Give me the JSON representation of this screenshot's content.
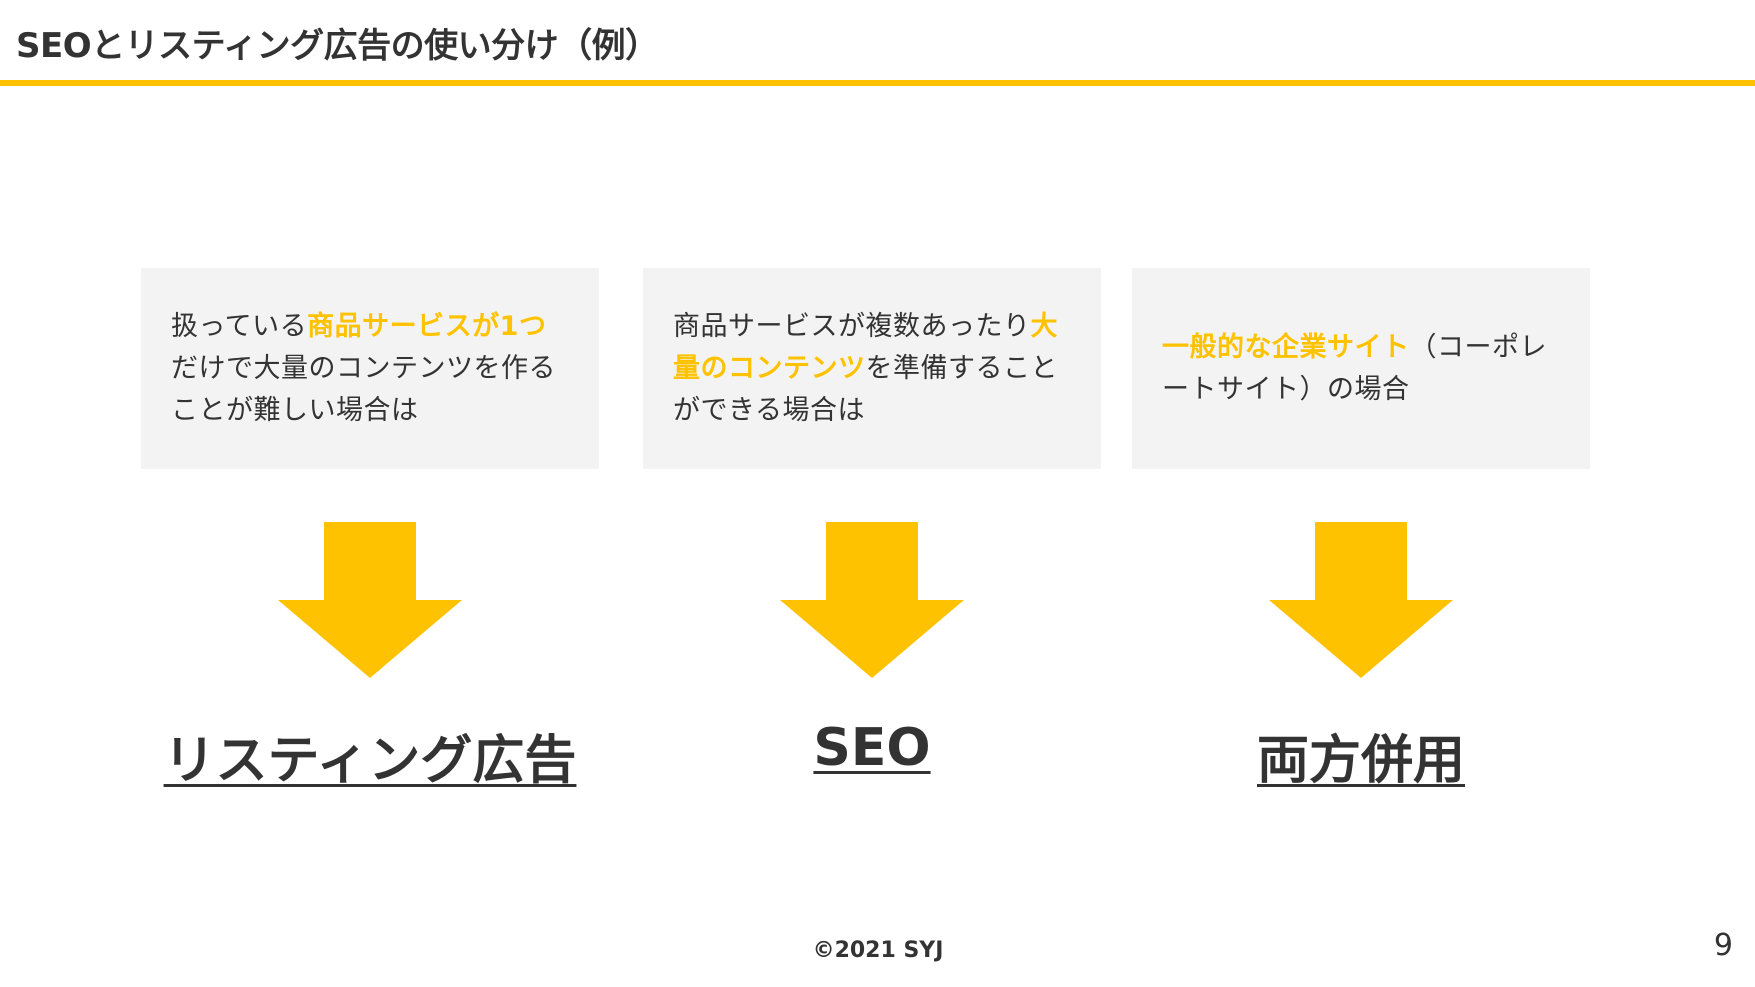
{
  "slide": {
    "title": "SEOとリスティング広告の使い分け（例）",
    "copyright": "©2021 SYJ",
    "page_number": "9"
  },
  "colors": {
    "accent": "#FEC200",
    "box_background": "#f3f3f3",
    "text": "#333333"
  },
  "cases": [
    {
      "segments": [
        {
          "text": "扱っている",
          "highlight": false
        },
        {
          "text": "商品サービスが1つ",
          "highlight": true
        },
        {
          "text": "だけで大量のコンテンツを作ることが難しい場合は",
          "highlight": false
        }
      ],
      "result": "リスティング広告",
      "arrow_icon": "down-arrow-icon"
    },
    {
      "segments": [
        {
          "text": "商品サービスが複数あったり",
          "highlight": false
        },
        {
          "text": "大量のコンテンツ",
          "highlight": true
        },
        {
          "text": "を準備することができる場合は",
          "highlight": false
        }
      ],
      "result": "SEO",
      "arrow_icon": "down-arrow-icon"
    },
    {
      "segments": [
        {
          "text": "一般的な企業サイト",
          "highlight": true
        },
        {
          "text": "（コーポレートサイト）の場合",
          "highlight": false
        }
      ],
      "result": "両方併用",
      "arrow_icon": "down-arrow-icon"
    }
  ]
}
